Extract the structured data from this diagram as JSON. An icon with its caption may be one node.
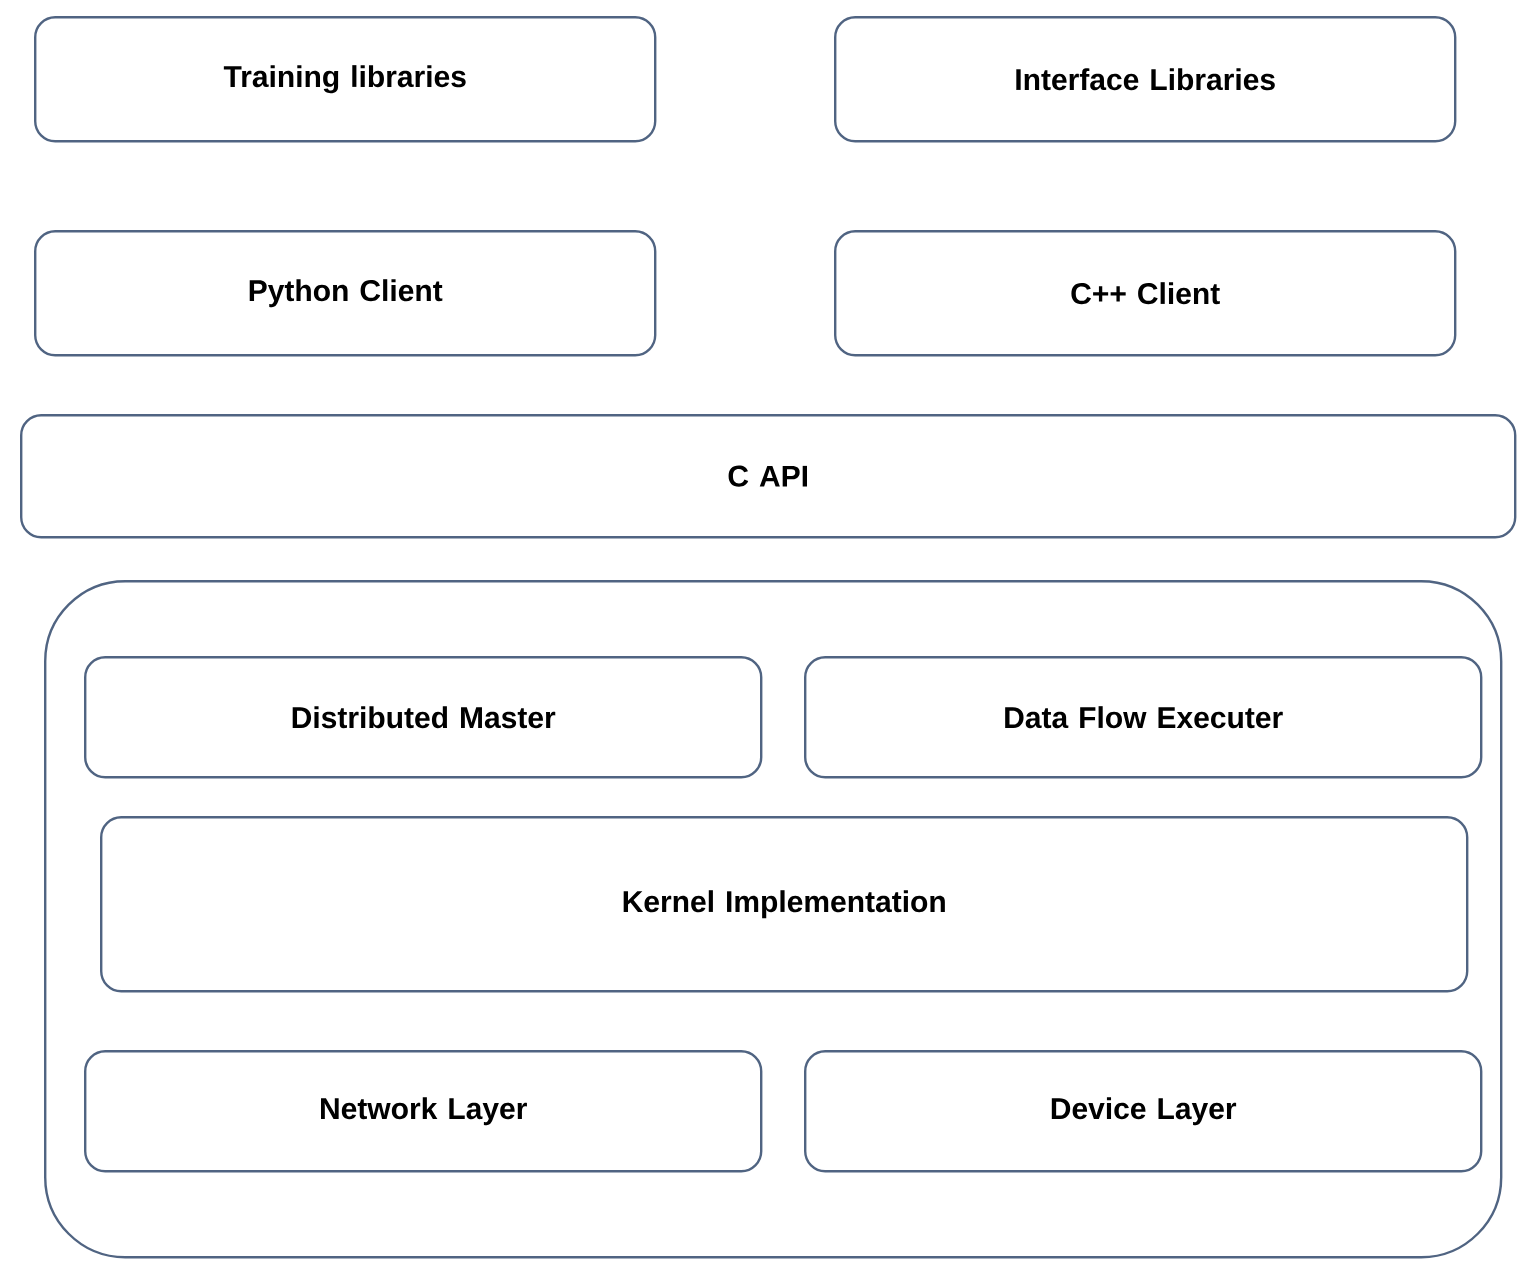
{
  "diagram": {
    "nodes": [
      {
        "text": [
          "Training libraries"
        ]
      },
      {
        "text": [
          "Interface Libraries"
        ]
      },
      {
        "text": [
          "Python Client"
        ]
      },
      {
        "text": [
          "C++ Client"
        ]
      },
      {
        "text": [
          "C API"
        ]
      },
      {
        "text": [],
        "shape": "box"
      },
      {
        "text": [
          "Distributed Master"
        ],
        "in": 5
      },
      {
        "text": [
          "Data Flow Executer"
        ],
        "in": 5
      },
      {
        "text": [
          "Kernel Implementation"
        ],
        "in": 5
      },
      {
        "text": [
          "Network Layer"
        ],
        "in": 5
      },
      {
        "text": [
          "Device Layer"
        ],
        "in": 5
      }
    ]
  }
}
